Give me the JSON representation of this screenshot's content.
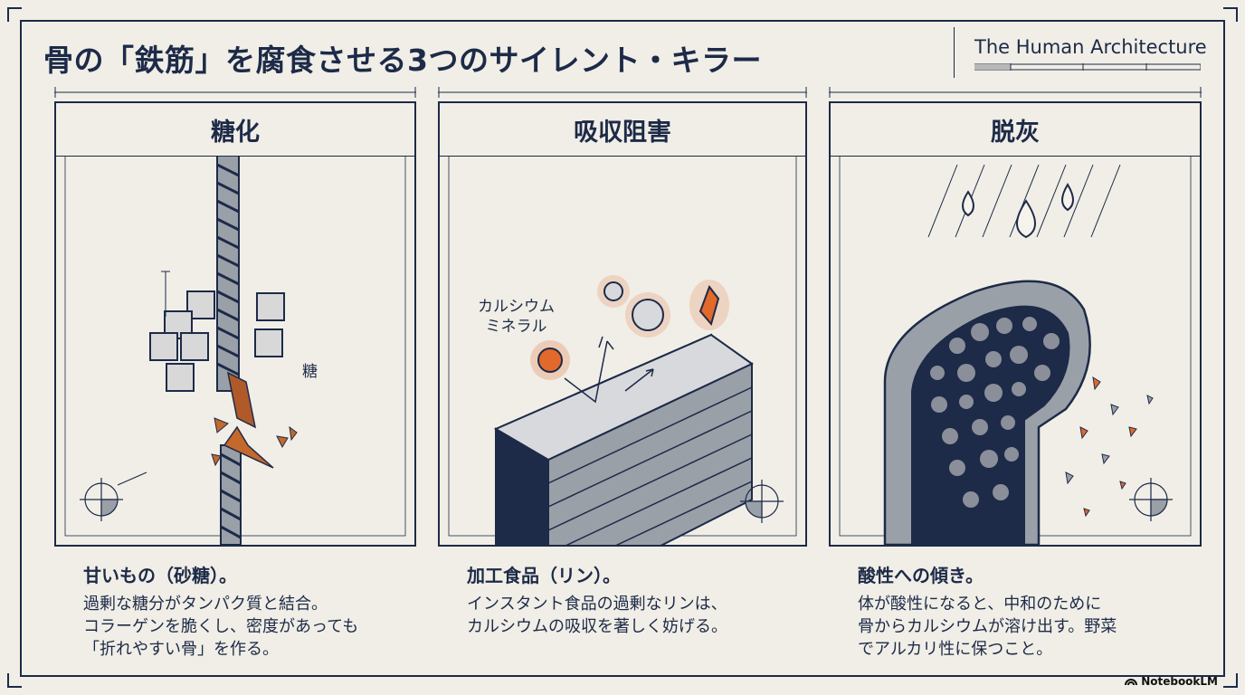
{
  "title": "骨の「鉄筋」を腐食させる3つのサイレント・キラー",
  "brand": "The Human Architecture",
  "panels": [
    {
      "heading": "糖化",
      "annotation": "糖",
      "caption_title": "甘いもの（砂糖）。",
      "caption_body": "過剰な糖分がタンパク質と結合。\nコラーゲンを脆くし、密度があっても\n「折れやすい骨」を作る。"
    },
    {
      "heading": "吸収阻害",
      "annotation": "カルシウム\nミネラル",
      "caption_title": "加工食品（リン）。",
      "caption_body": "インスタント食品の過剰なリンは、\nカルシウムの吸収を著しく妨げる。"
    },
    {
      "heading": "脱灰",
      "annotation": "",
      "caption_title": "酸性への傾き。",
      "caption_body": "体が酸性になると、中和のために\n骨からカルシウムが溶け出す。野菜\nでアルカリ性に保つこと。"
    }
  ],
  "footer": {
    "logo_text": "NotebookLM"
  },
  "colors": {
    "navy": "#1d2a48",
    "rust": "#e0692b",
    "background": "#f0eee6",
    "steel": "#8a8f99"
  }
}
